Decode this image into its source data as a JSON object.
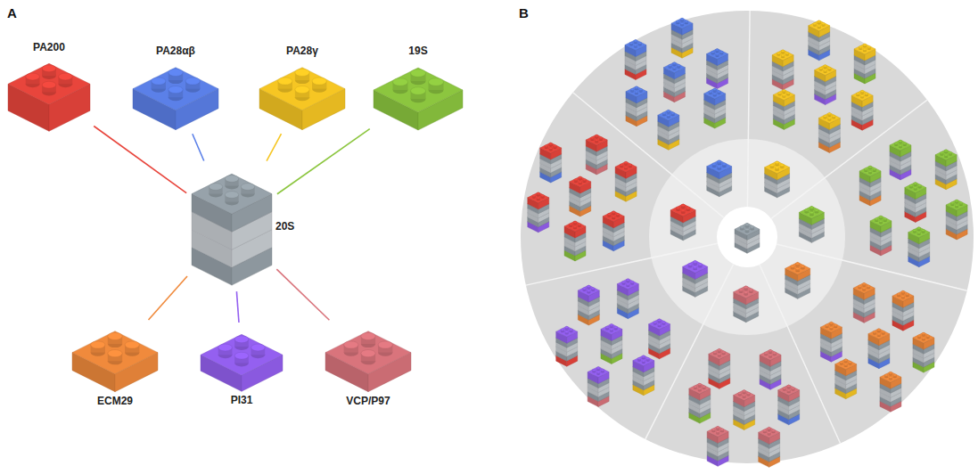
{
  "diagram": {
    "nodes": [
      {
        "text": [
          "PA200"
        ]
      },
      {
        "text": [
          "PA28αβ"
        ]
      },
      {
        "text": [
          "PA28γ"
        ]
      },
      {
        "text": [
          "19S"
        ]
      },
      {
        "text": [
          "20S"
        ]
      },
      {
        "text": [
          "ECM29"
        ]
      },
      {
        "text": [
          "PI31"
        ]
      },
      {
        "text": [
          "VCP/P97"
        ]
      }
    ],
    "edges": [
      {
        "from": 0,
        "to": 4,
        "arrow": "none"
      },
      {
        "from": 1,
        "to": 4,
        "arrow": "none"
      },
      {
        "from": 2,
        "to": 4,
        "arrow": "none"
      },
      {
        "from": 3,
        "to": 4,
        "arrow": "none"
      },
      {
        "from": 5,
        "to": 4,
        "arrow": "none"
      },
      {
        "from": 6,
        "to": 4,
        "arrow": "none"
      },
      {
        "from": 7,
        "to": 4,
        "arrow": "none"
      }
    ],
    "labels": [
      "A",
      "B"
    ]
  }
}
